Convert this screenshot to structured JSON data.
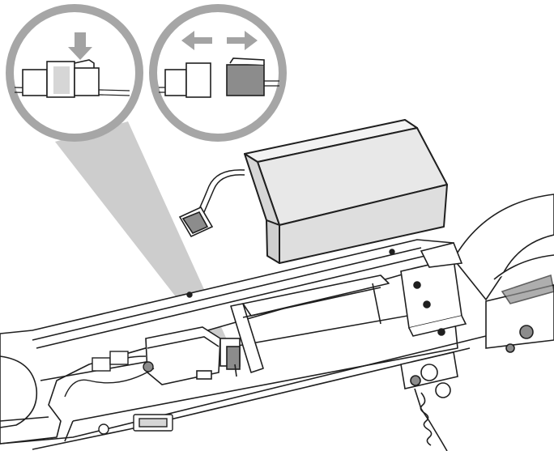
{
  "diagram": {
    "kind": "assembly-illustration",
    "subject": "battery-compartment-connector",
    "callouts": [
      {
        "id": "connect",
        "arrow": "down-arrow-icon"
      },
      {
        "id": "disconnect",
        "arrow": "left-right-arrow-icon"
      }
    ],
    "colors": {
      "outline": "#1f1f1f",
      "circle_ring": "#a6a6a6",
      "callout_cone": "#bdbdbd",
      "arrow_gray": "#a3a3a3",
      "battery_fill": "#e6e6e6",
      "battery_top": "#f2f2f2",
      "connector_dark": "#8c8c8c",
      "background": "#ffffff"
    }
  }
}
